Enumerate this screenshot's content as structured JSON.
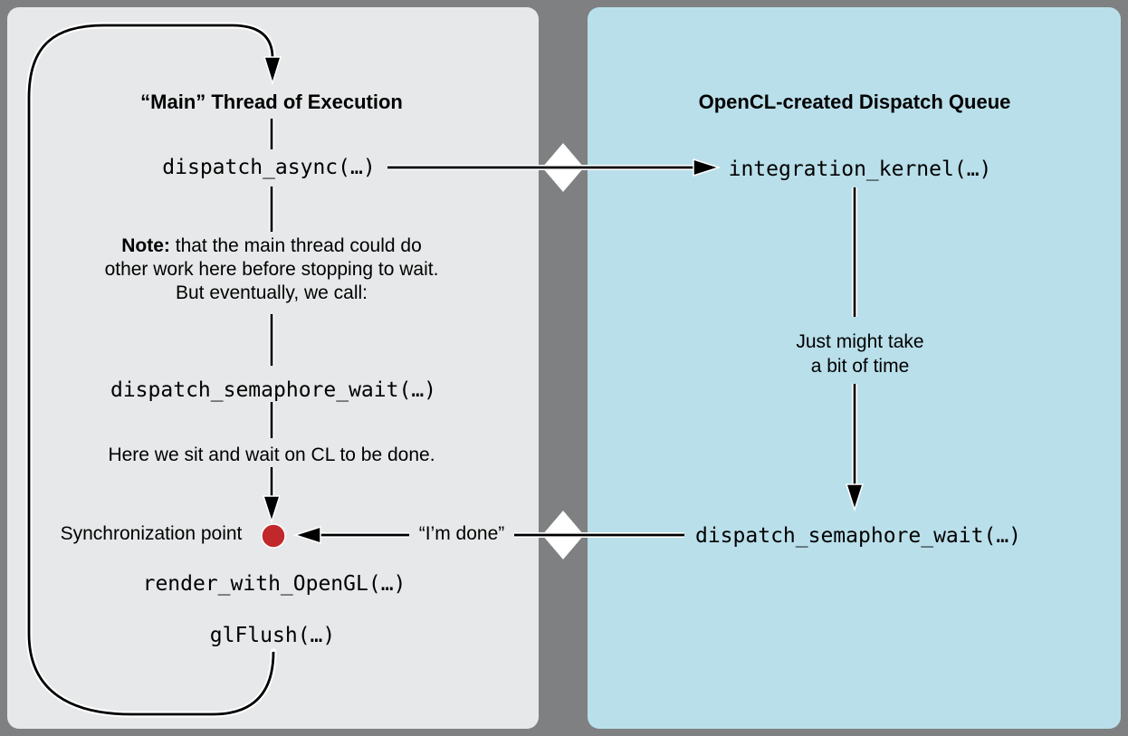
{
  "colors": {
    "outer_background": "#7e8081",
    "main_thread_panel": "#e7e8e9",
    "dispatch_queue_panel": "#b9dfea",
    "line": "#000000",
    "line_casing": "#ffffff",
    "handoff_diamond": "#ffffff",
    "sync_dot": "#c1282b"
  },
  "left_panel": {
    "title": "“Main” Thread of Execution",
    "dispatch_async": "dispatch_async(…)",
    "note": {
      "bold": "Note:",
      "line1_rest": " that the main thread could do",
      "line2": "other work here before stopping to wait.",
      "line3": "But eventually, we call:"
    },
    "dispatch_semaphore_wait": "dispatch_semaphore_wait(…)",
    "wait_caption": "Here we sit and wait on CL to be done.",
    "sync_point_label": "Synchronization point",
    "render_with_opengl": "render_with_OpenGL(…)",
    "gl_flush": "glFlush(…)"
  },
  "right_panel": {
    "title": "OpenCL-created Dispatch Queue",
    "integration_kernel": "integration_kernel(…)",
    "duration_caption_line1": "Just might take",
    "duration_caption_line2": "a bit of time",
    "dispatch_semaphore_wait": "dispatch_semaphore_wait(…)"
  },
  "messages": {
    "im_done": "“I’m done”"
  }
}
